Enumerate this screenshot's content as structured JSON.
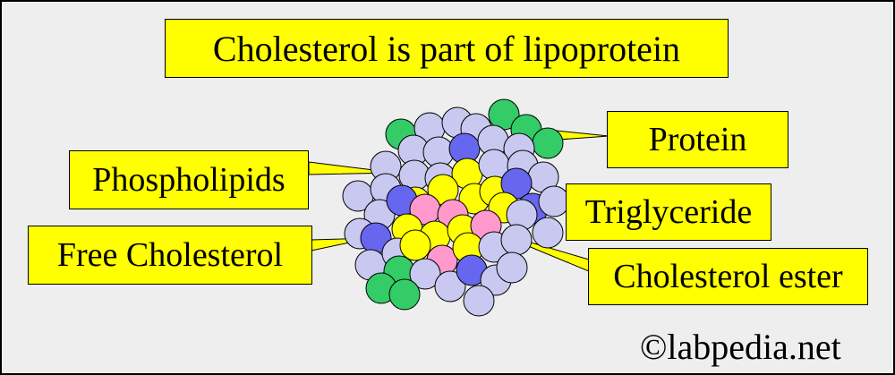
{
  "title": "Cholesterol is part of lipoprotein",
  "labels": {
    "protein": "Protein",
    "phospholipids": "Phospholipids",
    "triglyceride": "Triglyceride",
    "free_cholesterol": "Free Cholesterol",
    "cholesterol_ester": "Cholesterol ester"
  },
  "copyright": "©labpedia.net",
  "colors": {
    "label_fill": "#ffff00",
    "background": "#eeeeee",
    "protein": "#33cc66",
    "phospholipid": "#c8c8f0",
    "free_cholesterol": "#6666ee",
    "triglyceride": "#ffff00",
    "cholesterol_ester": "#ff99cc"
  }
}
